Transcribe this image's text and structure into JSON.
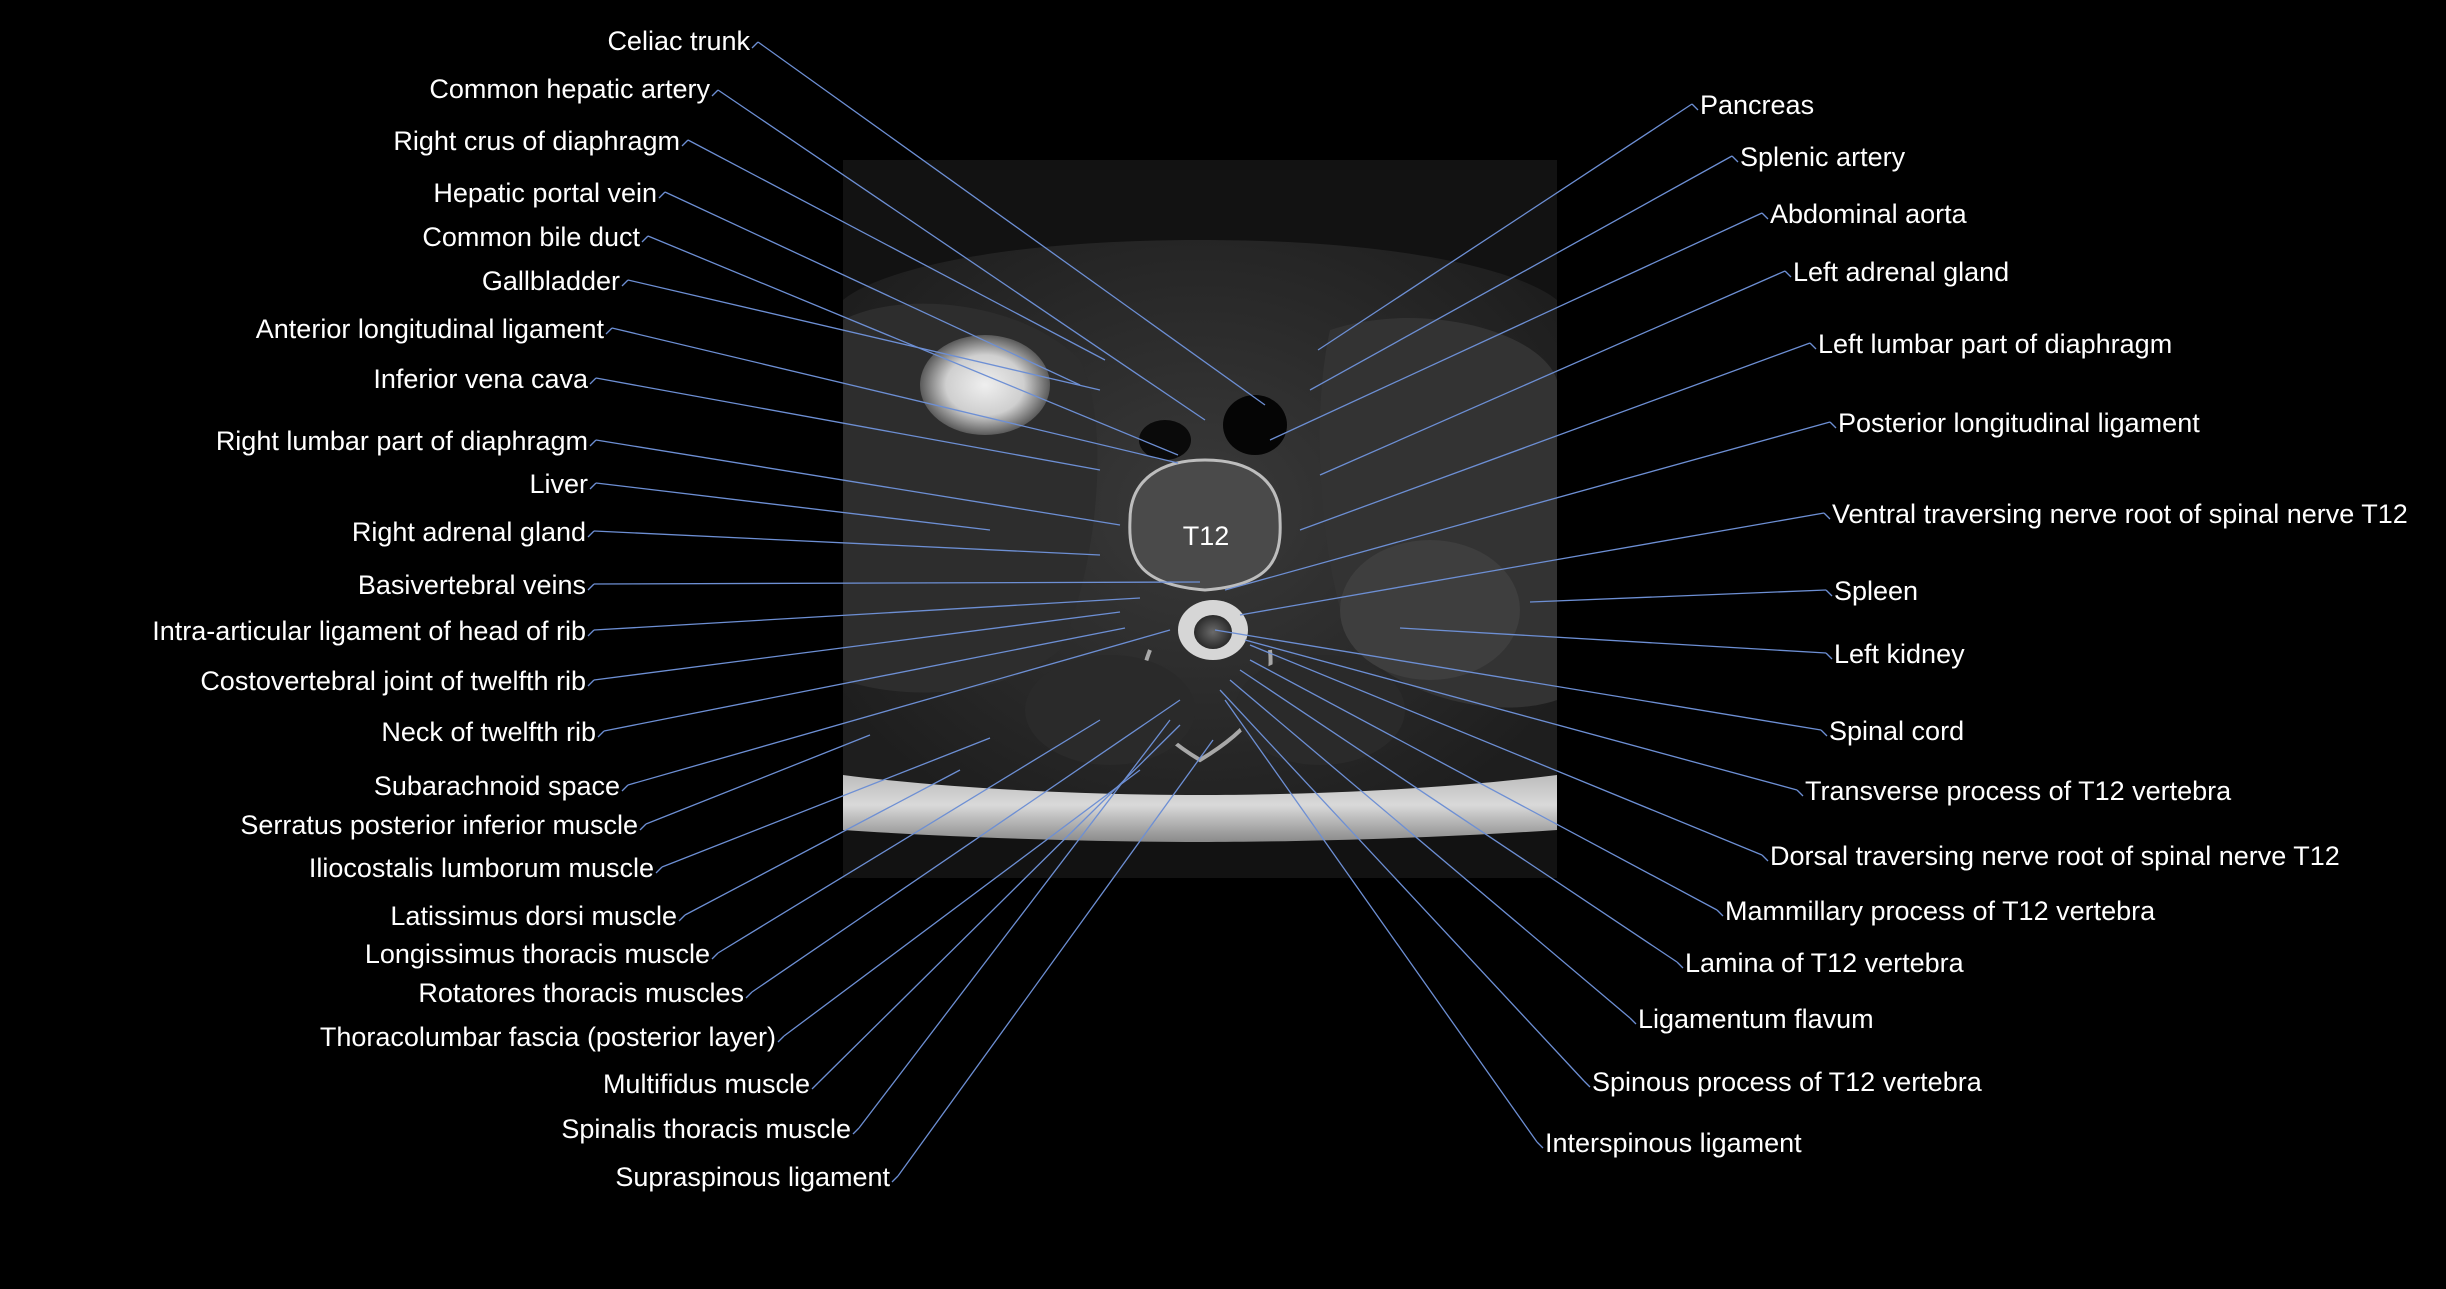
{
  "figure": {
    "vertebra_label": "T12",
    "colors": {
      "background": "#000000",
      "label_text": "#ffffff",
      "leader_line": "#6d8fd4"
    }
  },
  "labels_left": [
    {
      "key": "celiac-trunk",
      "text": "Celiac trunk"
    },
    {
      "key": "common-hepatic-artery",
      "text": "Common hepatic artery"
    },
    {
      "key": "right-crus-of-diaphragm",
      "text": "Right crus of diaphragm"
    },
    {
      "key": "hepatic-portal-vein",
      "text": "Hepatic portal vein"
    },
    {
      "key": "common-bile-duct",
      "text": "Common bile duct"
    },
    {
      "key": "gallbladder",
      "text": "Gallbladder"
    },
    {
      "key": "anterior-longitudinal-ligament",
      "text": "Anterior longitudinal ligament"
    },
    {
      "key": "inferior-vena-cava",
      "text": "Inferior vena cava"
    },
    {
      "key": "right-lumbar-part-of-diaphragm",
      "text": "Right lumbar part of diaphragm"
    },
    {
      "key": "liver",
      "text": "Liver"
    },
    {
      "key": "right-adrenal-gland",
      "text": "Right adrenal gland"
    },
    {
      "key": "basivertebral-veins",
      "text": "Basivertebral veins"
    },
    {
      "key": "intra-articular-ligament",
      "text": "Intra-articular ligament of head of rib"
    },
    {
      "key": "costovertebral-joint",
      "text": "Costovertebral joint of twelfth rib"
    },
    {
      "key": "neck-of-twelfth-rib",
      "text": "Neck of twelfth rib"
    },
    {
      "key": "subarachnoid-space",
      "text": "Subarachnoid space"
    },
    {
      "key": "serratus-posterior-inferior",
      "text": "Serratus posterior inferior muscle"
    },
    {
      "key": "iliocostalis-lumborum",
      "text": "Iliocostalis lumborum muscle"
    },
    {
      "key": "latissimus-dorsi",
      "text": "Latissimus dorsi muscle"
    },
    {
      "key": "longissimus-thoracis",
      "text": "Longissimus thoracis muscle"
    },
    {
      "key": "rotatores-thoracis",
      "text": "Rotatores thoracis muscles"
    },
    {
      "key": "thoracolumbar-fascia",
      "text": "Thoracolumbar fascia (posterior layer)"
    },
    {
      "key": "multifidus",
      "text": "Multifidus muscle"
    },
    {
      "key": "spinalis-thoracis",
      "text": "Spinalis thoracis muscle"
    },
    {
      "key": "supraspinous-ligament",
      "text": "Supraspinous ligament"
    }
  ],
  "labels_right": [
    {
      "key": "pancreas",
      "text": "Pancreas"
    },
    {
      "key": "splenic-artery",
      "text": "Splenic artery"
    },
    {
      "key": "abdominal-aorta",
      "text": "Abdominal aorta"
    },
    {
      "key": "left-adrenal-gland",
      "text": "Left adrenal gland"
    },
    {
      "key": "left-lumbar-part-of-diaphragm",
      "text": "Left lumbar part of diaphragm"
    },
    {
      "key": "posterior-longitudinal-ligament",
      "text": "Posterior longitudinal ligament"
    },
    {
      "key": "ventral-nerve-root",
      "text": "Ventral traversing nerve root of spinal nerve T12"
    },
    {
      "key": "spleen",
      "text": "Spleen"
    },
    {
      "key": "left-kidney",
      "text": "Left kidney"
    },
    {
      "key": "spinal-cord",
      "text": "Spinal cord"
    },
    {
      "key": "transverse-process",
      "text": "Transverse process of T12 vertebra"
    },
    {
      "key": "dorsal-nerve-root",
      "text": "Dorsal traversing nerve root of spinal nerve T12"
    },
    {
      "key": "mammillary-process",
      "text": "Mammillary process of T12 vertebra"
    },
    {
      "key": "lamina",
      "text": "Lamina of T12 vertebra"
    },
    {
      "key": "ligamentum-flavum",
      "text": "Ligamentum flavum"
    },
    {
      "key": "spinous-process",
      "text": "Spinous process of T12 vertebra"
    },
    {
      "key": "interspinous-ligament",
      "text": "Interspinous ligament"
    }
  ]
}
